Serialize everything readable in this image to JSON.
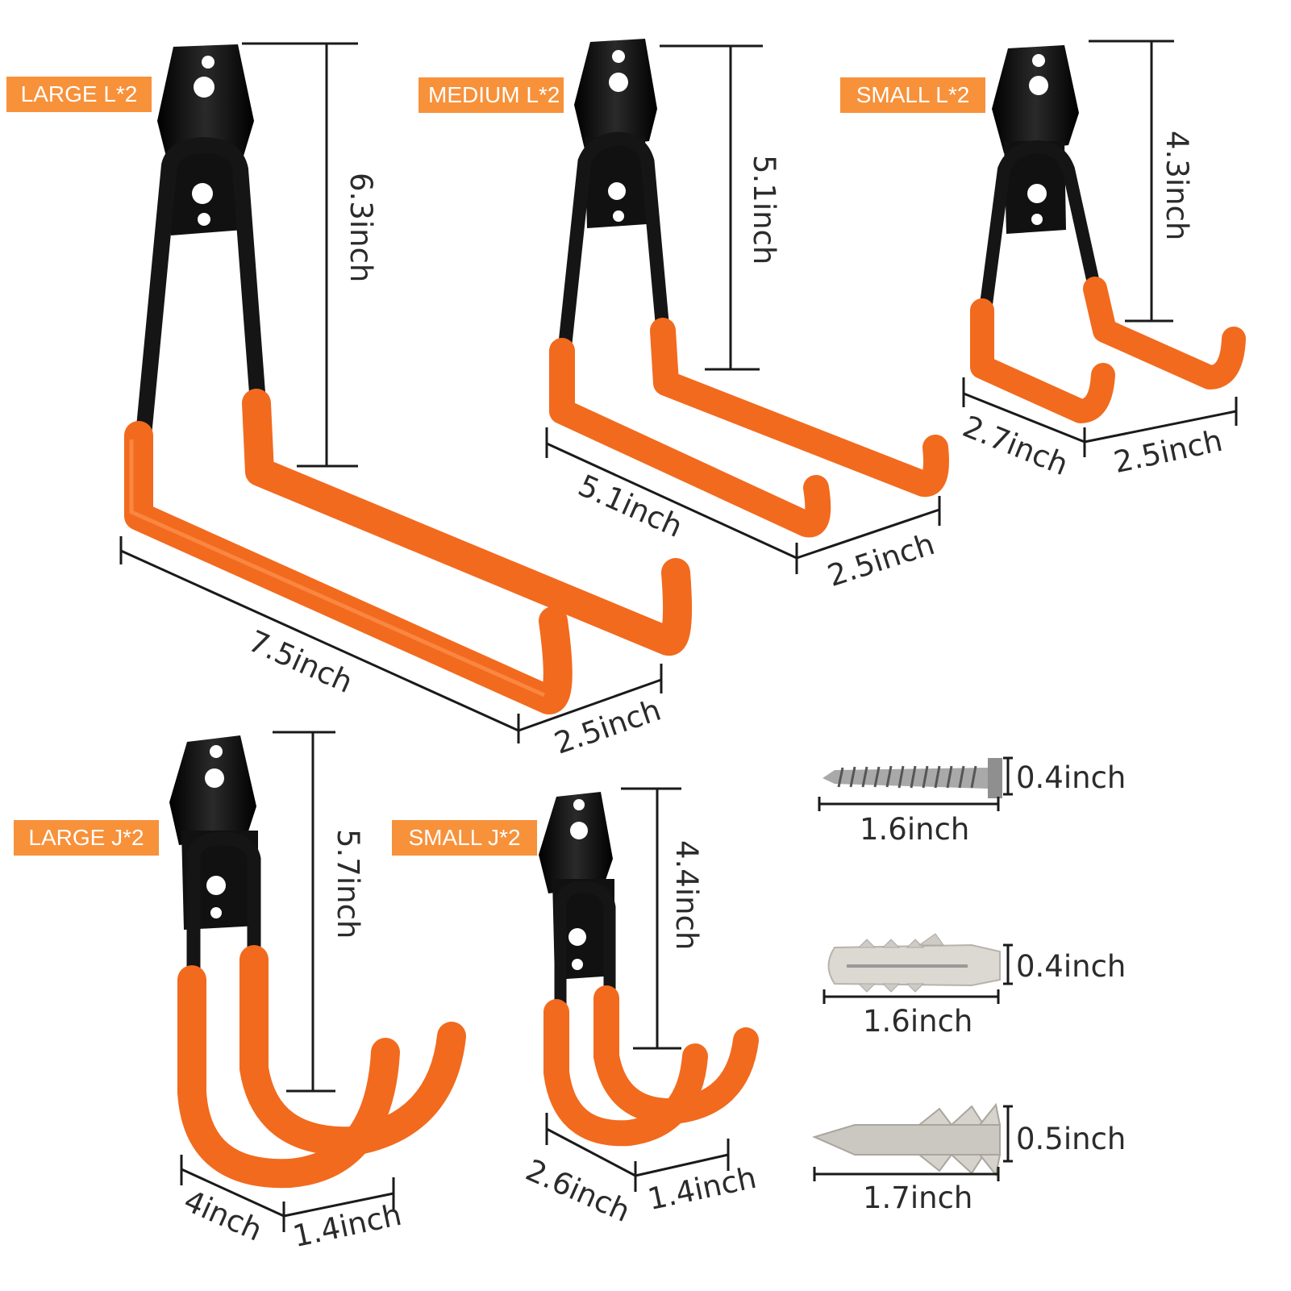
{
  "labels": {
    "large_l": "LARGE L*2",
    "medium_l": "MEDIUM L*2",
    "small_l": "SMALL  L*2",
    "large_j": "LARGE  J*2",
    "small_j": "SMALL  J*2"
  },
  "dimensions": {
    "large_l_height": "6.3inch",
    "large_l_length": "7.5inch",
    "large_l_width": "2.5inch",
    "medium_l_height": "5.1inch",
    "medium_l_length": "5.1inch",
    "medium_l_width": "2.5inch",
    "small_l_height": "4.3inch",
    "small_l_length": "2.7inch",
    "small_l_width": "2.5inch",
    "large_j_height": "5.7inch",
    "large_j_length": "4inch",
    "large_j_width": "1.4inch",
    "small_j_height": "4.4inch",
    "small_j_length": "2.6inch",
    "small_j_width": "1.4inch",
    "screw_diameter": "0.4inch",
    "screw_length": "1.6inch",
    "anchor_diameter": "0.4inch",
    "anchor_length": "1.6inch",
    "drywall_anchor_diameter": "0.5inch",
    "drywall_anchor_length": "1.7inch"
  },
  "colors": {
    "tag": "#f7913a",
    "coating": "#f26a1e",
    "steel": "#151515",
    "plastic": "#d6d2cc"
  },
  "icons": {
    "screw": "screw-icon",
    "anchor": "wall-anchor-icon",
    "drywall_anchor": "drywall-anchor-icon"
  }
}
